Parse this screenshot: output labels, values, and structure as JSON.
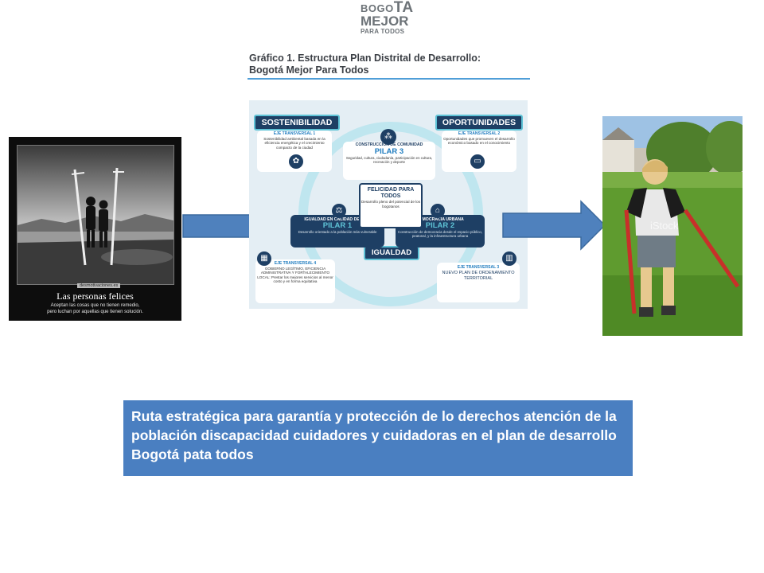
{
  "logo": {
    "line1_small": "BOGO",
    "line1_big": "TA",
    "line2": "MEJOR",
    "line3": "PARA TODOS"
  },
  "graph_title": {
    "line1": "Gráfico 1. Estructura Plan Distrital de Desarrollo:",
    "line2": "Bogotá Mejor Para Todos"
  },
  "photo_left": {
    "credit": "desmotivaciones.es",
    "caption": "Las personas felices",
    "sub_line1": "Aceptan las cosas que no tienen remedio,",
    "sub_line2": "pero luchan por aquellas que tienen solución."
  },
  "diagram": {
    "tag_top_left": "SOSTENIBILIDAD",
    "tag_top_right": "OPORTUNIDADES",
    "tag_bottom": "IGUALDAD",
    "eje1": {
      "title": "EJE TRANSVERSAL 1",
      "text": "Sostenibilidad ambiental basada en la eficiencia energética y el crecimiento compacto de la ciudad"
    },
    "eje2": {
      "title": "EJE TRANSVERSAL 2",
      "text": "Oportunidades que promueven el desarrollo económico basado en el conocimiento"
    },
    "eje3": {
      "title": "EJE TRANSVERSAL 3",
      "text": "NUEVO PLAN DE ORDENAMIENTO TERRITORIAL"
    },
    "eje4": {
      "title": "EJE TRANSVERSAL 4",
      "text": "GOBIERNO LEGÍTIMO, EFICIENCIA ADMINISTRATIVA Y FORTALECIMIENTO LOCAL: Prestar los mejores servicios al menor costo y en forma equitativa"
    },
    "pilar3": {
      "name": "CONSTRUCCIÓN DE COMUNIDAD",
      "pilar": "PILAR 3",
      "text": "Seguridad, cultura, ciudadanía, participación en cultura, recreación y deporte"
    },
    "pilar1": {
      "name": "IGUALDAD EN CALIDAD DE VIDA",
      "pilar": "PILAR 1",
      "text": "Desarrollo orientado a la población más vulnerable"
    },
    "pilar2": {
      "name": "DEMOCRACIA URBANA",
      "pilar": "PILAR 2",
      "text": "Construcción de democracia desde el espacio público, peatonal, y la infraestructura urbana"
    },
    "center": {
      "title": "FELICIDAD PARA TODOS",
      "text": "Desarrollo pleno del potencial de los bogotanos"
    }
  },
  "photo_right": {
    "watermark": "iStock"
  },
  "route_box": {
    "text": "Ruta estratégica para  garantía y protección de lo derechos atención de la población discapacidad cuidadores y cuidadoras en el  plan de desarrollo  Bogotá pata todos"
  },
  "colors": {
    "navy": "#1e3f64",
    "teal": "#5fc3d6",
    "box_blue": "#4a7fc1",
    "arrow_blue": "#4f81bd"
  }
}
